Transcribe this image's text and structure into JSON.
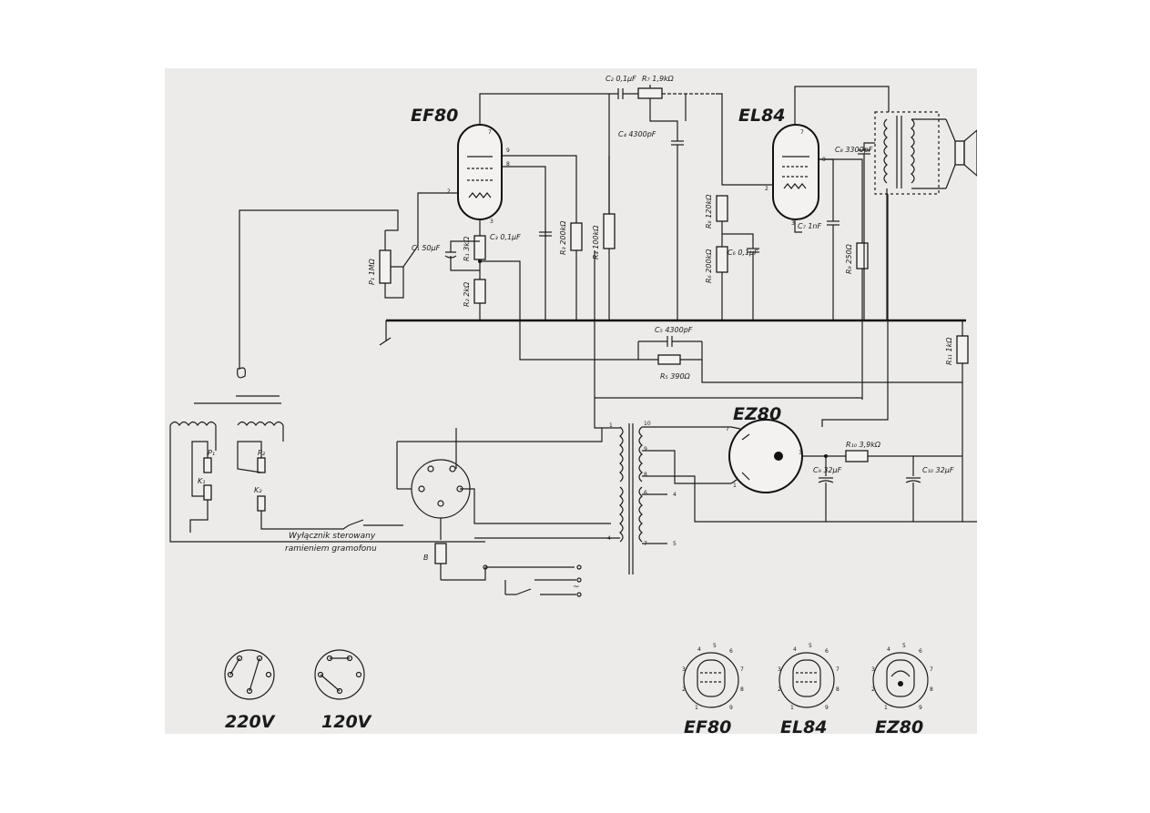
{
  "tubes": {
    "ef80": "EF80",
    "el84": "EL84",
    "ez80": "EZ80"
  },
  "components": {
    "c1": "C₁ 50μF",
    "c2": "C₂ 0,1μF",
    "c3": "C₃ 0,1μF",
    "c4": "C₄ 4300pF",
    "c5": "C₅ 4300pF",
    "c6": "C₆ 0,1μF",
    "c7": "C₇ 1nF",
    "c8": "C₈ 3300pF",
    "c9": "C₉ 32μF",
    "c10": "C₁₀ 32μF",
    "r1": "R₁ 3kΩ",
    "r2": "R₂ 2kΩ",
    "r3": "R₃ 200kΩ",
    "r4": "R₄ 100kΩ",
    "r5": "R₅ 390Ω",
    "r6": "R₆ 200kΩ",
    "r7": "R₇ 1,9kΩ",
    "r8": "R₈ 120kΩ",
    "r9": "R₉ 250Ω",
    "r10": "R₁₀ 3,9kΩ",
    "r11": "R₁₁ 1kΩ",
    "p1": "P₁ 1MΩ",
    "pk1": "P₁",
    "pk2": "P₂",
    "k1": "K₁",
    "k2": "K₂",
    "b": "B"
  },
  "notes": {
    "switch_line1": "Wyłącznik sterowany",
    "switch_line2": "ramieniem gramofonu",
    "ac": "~"
  },
  "voltage_plugs": {
    "v220": "220V",
    "v120": "120V"
  },
  "pinouts": {
    "ef80": "EF80",
    "el84": "EL84",
    "ez80": "EZ80"
  }
}
